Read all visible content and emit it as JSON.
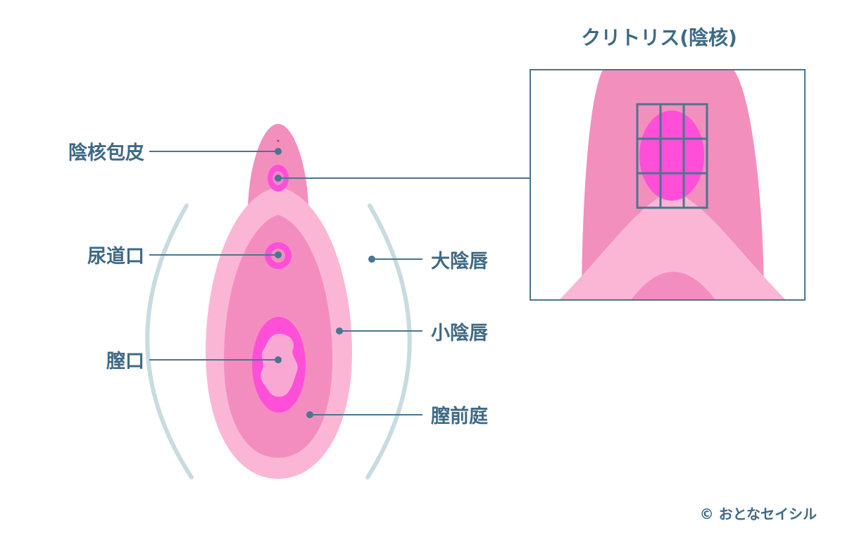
{
  "inset": {
    "title": "クリトリス(陰核)"
  },
  "labels": {
    "clitoral_hood": "陰核包皮",
    "urethral_opening": "尿道口",
    "vaginal_opening": "膣口",
    "labia_majora": "大陰唇",
    "labia_minora": "小陰唇",
    "vestibule": "膣前庭"
  },
  "copyright": "© おとなセイシル",
  "colors": {
    "label_text": "#3e6a85",
    "leader_line": "#4a7590",
    "labia_majora_arc": "#c8dbe1",
    "hood_pink": "#f28fbd",
    "light_pink": "#fbb6d6",
    "medium_pink": "#f48dbf",
    "bright_magenta": "#ff4fd8"
  }
}
